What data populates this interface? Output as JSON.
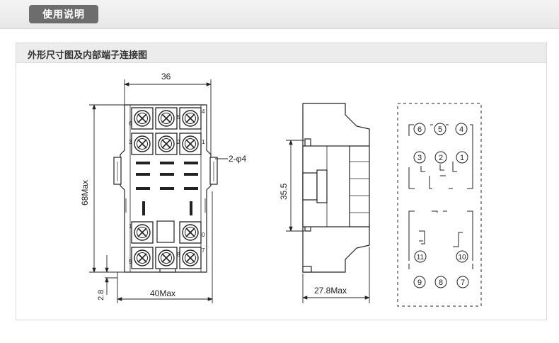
{
  "header": {
    "tab_label": "使用说明"
  },
  "section": {
    "title": "外形尺寸图及内部端子连接图"
  },
  "front_view": {
    "dim_width_top": "36",
    "dim_height": "68Max",
    "dim_bottom_width": "40Max",
    "dim_bottom_gap": "2.8",
    "hole_callout": "2-φ4",
    "terminal_labels": [
      "6",
      "5",
      "4",
      "3",
      "2",
      "1",
      "1",
      "0",
      "9",
      "8",
      "7"
    ]
  },
  "side_view": {
    "dim_height": "35.5",
    "dim_depth": "27.8Max"
  },
  "wiring": {
    "terminals": [
      "6",
      "5",
      "4",
      "3",
      "2",
      "1",
      "11",
      "10",
      "9",
      "8",
      "7"
    ]
  }
}
